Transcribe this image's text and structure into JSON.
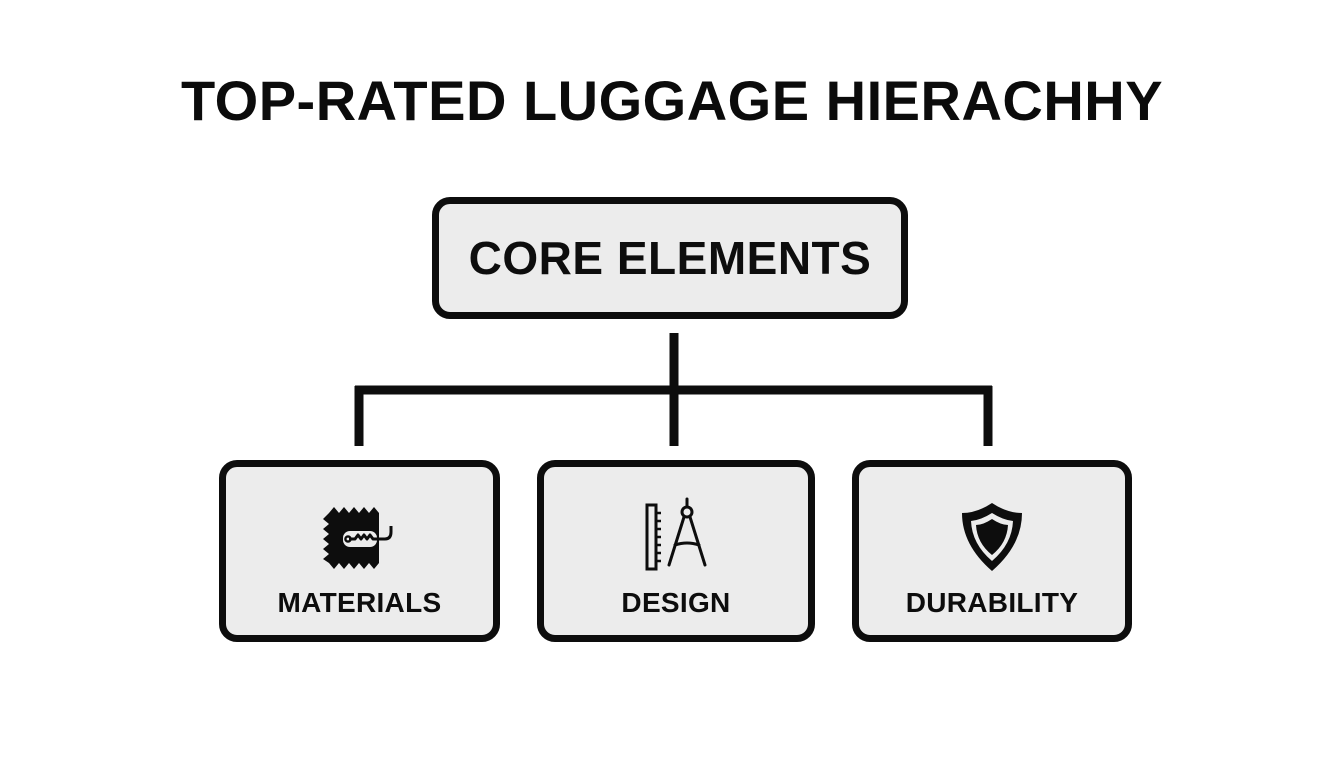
{
  "diagram": {
    "title": "TOP-RATED LUGGAGE HIERACHHY",
    "root": {
      "label": "CORE ELEMENTS"
    },
    "children": [
      {
        "label": "MATERIALS",
        "icon": "fabric-swatch-icon"
      },
      {
        "label": "DESIGN",
        "icon": "ruler-compass-icon"
      },
      {
        "label": "DURABILITY",
        "icon": "shield-icon"
      }
    ],
    "colors": {
      "stroke": "#0d0d0d",
      "node_fill": "#ececec",
      "background": "#ffffff"
    }
  }
}
